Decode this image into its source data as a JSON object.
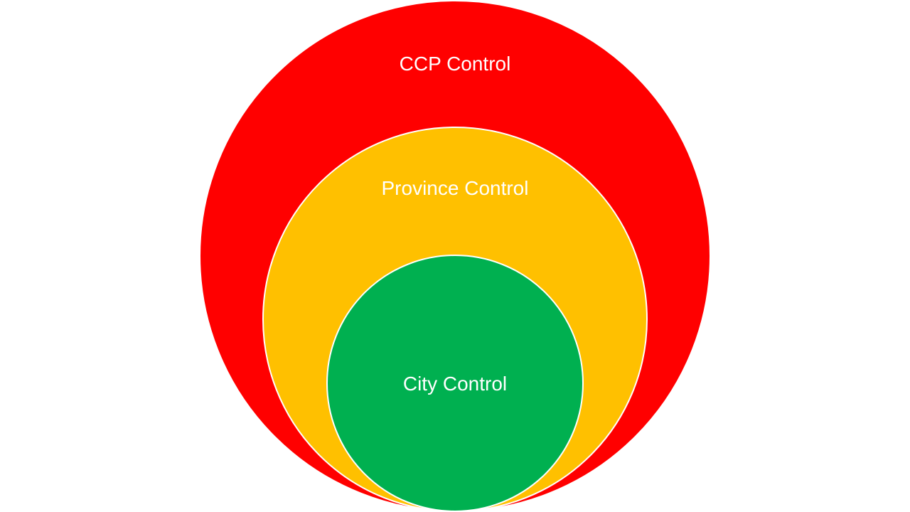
{
  "diagram": {
    "outer": {
      "label": "CCP Control",
      "color": "#ff0000"
    },
    "middle": {
      "label": "Province Control",
      "color": "#ffc000"
    },
    "inner": {
      "label": "City Control",
      "color": "#00b050"
    },
    "stroke_color": "#ffffff",
    "text_color": "#ffffff"
  }
}
